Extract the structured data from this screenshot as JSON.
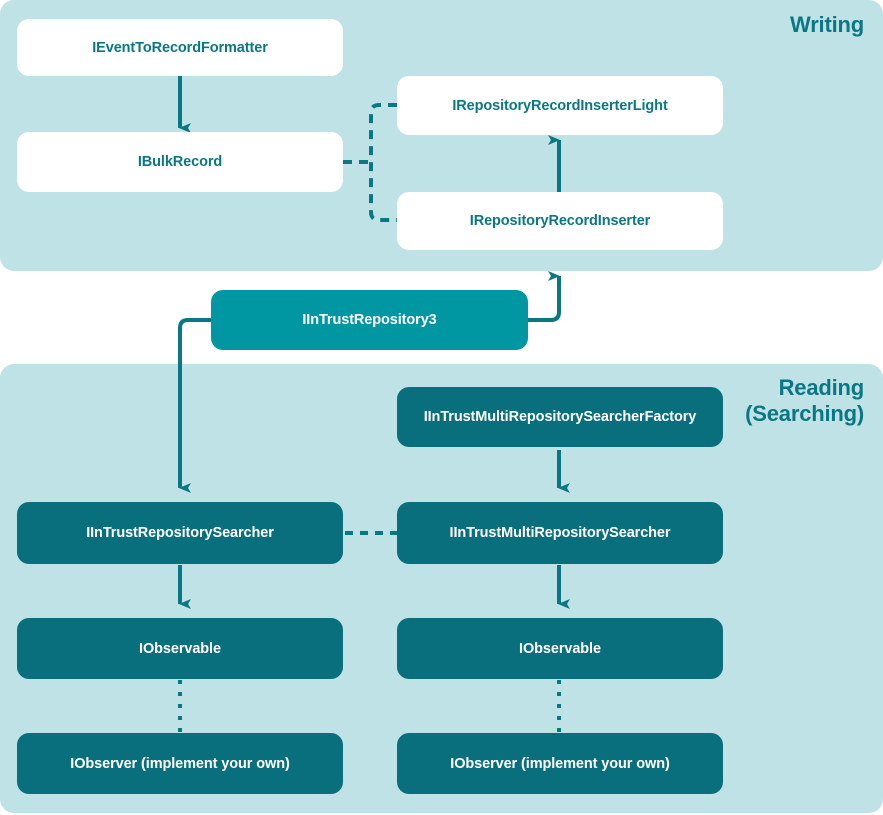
{
  "diagram": {
    "title_writing": "Writing",
    "title_reading_line1": "Reading",
    "title_reading_line2": "(Searching)",
    "colors": {
      "panel_bg": "#bfe2e7",
      "light_node_bg": "#ffffff",
      "light_node_text": "#0a7883",
      "teal_node_bg": "#0096a2",
      "dark_node_bg": "#0a6f7d",
      "node_text": "#ffffff",
      "connector": "#0a7883",
      "page_bg": "#ffffff"
    },
    "nodes": {
      "event_to_record_formatter": "IEventToRecordFormatter",
      "bulk_record": "IBulkRecord",
      "repository_record_inserter_light": "IRepositoryRecordInserterLight",
      "repository_record_inserter": "IRepositoryRecordInserter",
      "in_trust_repository3": "IInTrustRepository3",
      "multi_repository_searcher_factory": "IInTrustMultiRepositorySearcherFactory",
      "repository_searcher": "IInTrustRepositorySearcher",
      "multi_repository_searcher": "IInTrustMultiRepositorySearcher",
      "observable_left": "IObservable",
      "observable_right": "IObservable",
      "observer_left": "IObserver (implement your own)",
      "observer_right": "IObserver (implement your own)"
    }
  }
}
